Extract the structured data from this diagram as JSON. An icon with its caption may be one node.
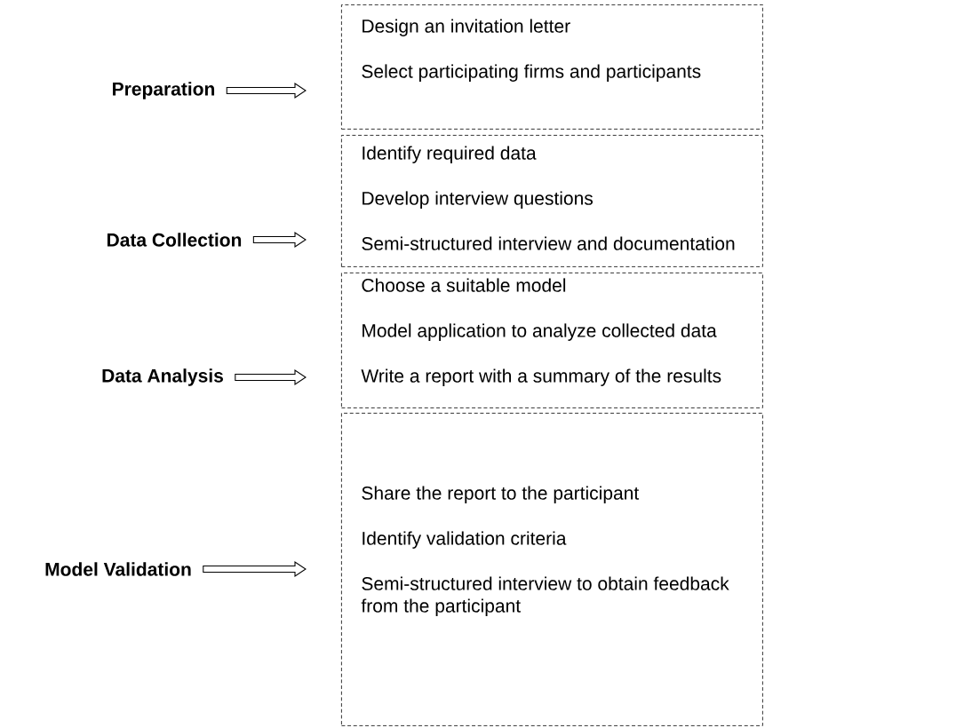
{
  "diagram": {
    "nodes": [
      {
        "text": [
          "Preparation"
        ]
      },
      {
        "text": [
          "Design an invitation letter",
          "Select participating firms and participants"
        ]
      },
      {
        "text": [
          "Data Collection"
        ]
      },
      {
        "text": [
          "Identify required data",
          "Develop interview questions",
          "Semi-structured interview and documentation"
        ]
      },
      {
        "text": [
          "Data Analysis"
        ]
      },
      {
        "text": [
          "Choose a suitable model",
          "Model application to analyze collected data",
          "Write a report with a summary of the results"
        ]
      },
      {
        "text": [
          "Model Validation"
        ]
      },
      {
        "text": [
          "Share the report to the participant",
          "Identify validation criteria",
          "Semi-structured interview to obtain feedback from the participant"
        ]
      }
    ],
    "edges": [
      {
        "from": 0,
        "to": 1,
        "arrow": "to"
      },
      {
        "from": 2,
        "to": 3,
        "arrow": "to"
      },
      {
        "from": 4,
        "to": 5,
        "arrow": "to"
      },
      {
        "from": 6,
        "to": 7,
        "arrow": "to"
      }
    ]
  }
}
